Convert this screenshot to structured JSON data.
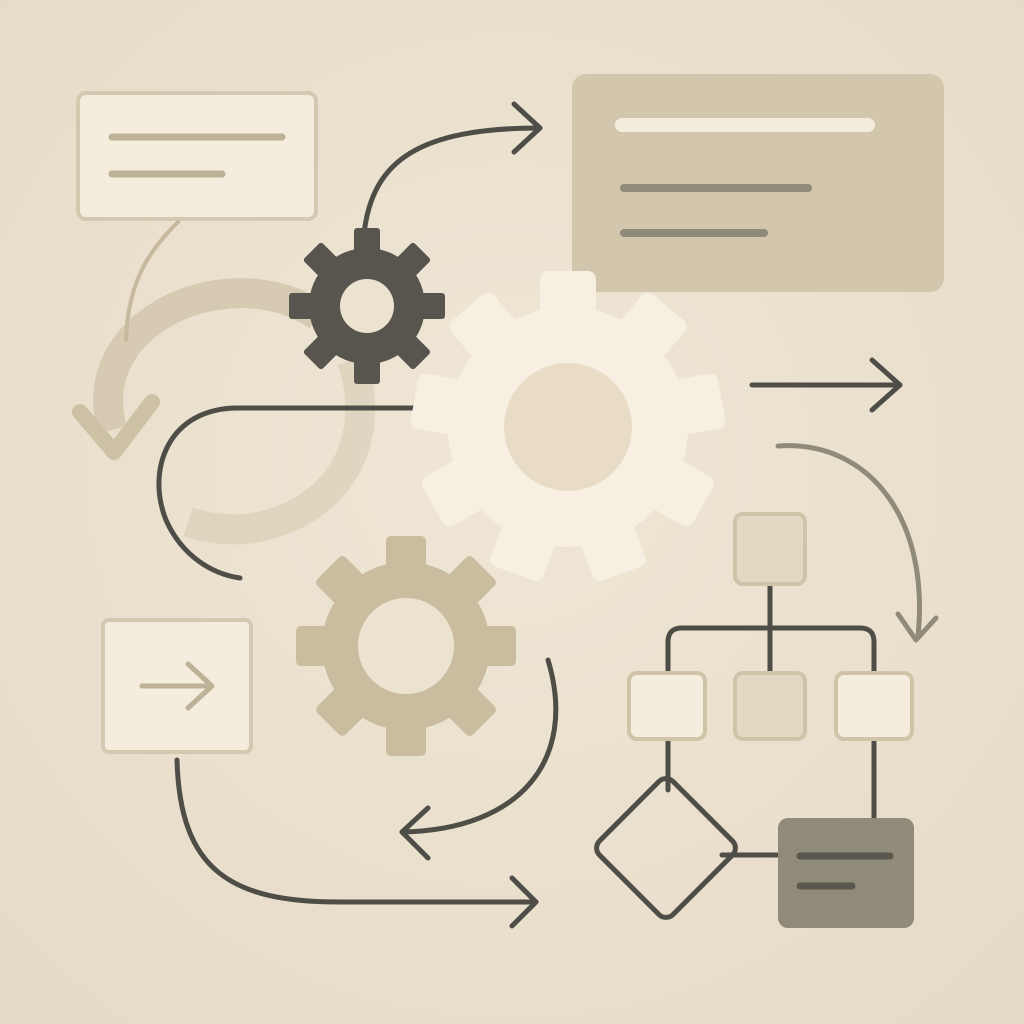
{
  "diagram": {
    "palette": {
      "background": "#ece2d0",
      "card_light": "#f4ecdd",
      "card_border": "#d4c8b0",
      "card_tan": "#d2c6ad",
      "card_dark": "#8f8a7a",
      "line_dark": "#4f4d47",
      "line_tan": "#c6b99e",
      "gear_dark": "#57554e",
      "gear_light": "#f6efe2",
      "gear_tan": "#c9bc9f"
    },
    "icons": [
      "gear-icon-small-dark",
      "gear-icon-large-light",
      "gear-icon-medium-tan",
      "arrow-right-icon",
      "decision-diamond-icon",
      "curved-arrow-icon"
    ]
  }
}
